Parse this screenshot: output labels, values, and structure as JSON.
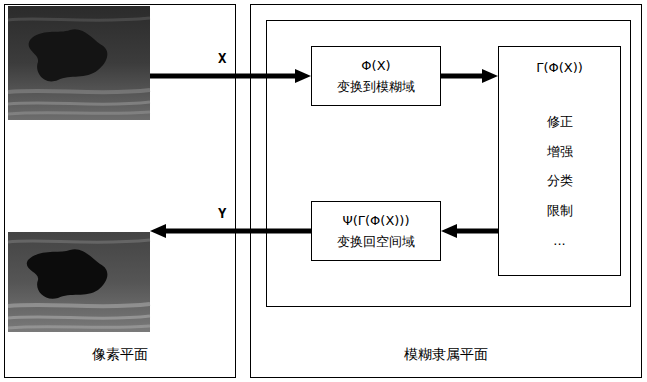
{
  "diagram": {
    "nodes": [
      {
        "text": [
          "像素平面"
        ]
      },
      {
        "text": [
          "模糊隶属平面"
        ]
      },
      {
        "text": [
          "Φ(X)",
          "变换到模糊域"
        ],
        "in": 1
      },
      {
        "text": [
          "Γ(Φ(X))",
          "修正",
          "增强",
          "分类",
          "限制",
          "..."
        ],
        "in": 1
      },
      {
        "text": [
          "Ψ(Γ(Φ(X)))",
          "变换回空间域"
        ],
        "in": 1
      }
    ],
    "edges": [
      {
        "from": 2,
        "to": 3,
        "arrow": "to"
      },
      {
        "from": 3,
        "to": 4,
        "arrow": "to"
      }
    ],
    "labels": [
      "X",
      "Y"
    ]
  }
}
